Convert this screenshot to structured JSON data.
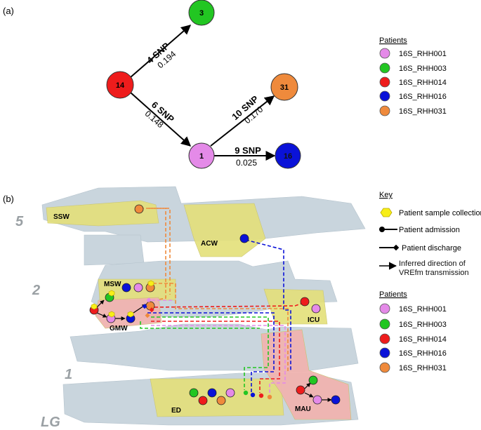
{
  "panel_a": {
    "label": "(a)",
    "nodes": [
      {
        "id": "14",
        "color": "#ee1c1c"
      },
      {
        "id": "3",
        "color": "#22c622"
      },
      {
        "id": "31",
        "color": "#ef8a3c"
      },
      {
        "id": "1",
        "color": "#e48ae8"
      },
      {
        "id": "16",
        "color": "#0a12d8"
      }
    ],
    "edges": [
      {
        "from": "14",
        "to": "3",
        "snp": "4 SNP",
        "value": "0.194"
      },
      {
        "from": "14",
        "to": "1",
        "snp": "6 SNP",
        "value": "0.148"
      },
      {
        "from": "1",
        "to": "31",
        "snp": "10 SNP",
        "value": "0.170"
      },
      {
        "from": "1",
        "to": "16",
        "snp": "9 SNP",
        "value": "0.025"
      }
    ],
    "legend_title": "Patients",
    "legend": [
      {
        "label": "16S_RHH001",
        "color": "#e48ae8"
      },
      {
        "label": "16S_RHH003",
        "color": "#22c622"
      },
      {
        "label": "16S_RHH014",
        "color": "#ee1c1c"
      },
      {
        "label": "16S_RHH016",
        "color": "#0a12d8"
      },
      {
        "label": "16S_RHH031",
        "color": "#ef8a3c"
      }
    ]
  },
  "panel_b": {
    "label": "(b)",
    "floors": [
      "5",
      "2",
      "1",
      "LG"
    ],
    "wards": [
      "SSW",
      "ACW",
      "MSW",
      "GMW",
      "ICU",
      "ED",
      "MAU"
    ],
    "key_title": "Key",
    "key": [
      {
        "icon": "hexagon-icon",
        "label": "Patient sample collection"
      },
      {
        "icon": "dot-line-icon",
        "label": "Patient admission"
      },
      {
        "icon": "diamond-line-icon",
        "label": "Patient discharge"
      },
      {
        "icon": "arrow-icon",
        "label": "Inferred direction of VREfm transmission"
      }
    ],
    "patients_title": "Patients",
    "patients": [
      {
        "label": "16S_RHH001",
        "color": "#e48ae8"
      },
      {
        "label": "16S_RHH003",
        "color": "#22c622"
      },
      {
        "label": "16S_RHH014",
        "color": "#ee1c1c"
      },
      {
        "label": "16S_RHH016",
        "color": "#0a12d8"
      },
      {
        "label": "16S_RHH031",
        "color": "#ef8a3c"
      }
    ],
    "colors": {
      "floor": "#c9d5dd",
      "ward": "#e4e07a",
      "ward_alt": "#f0b4b0",
      "sample": "#f7ee18"
    }
  }
}
